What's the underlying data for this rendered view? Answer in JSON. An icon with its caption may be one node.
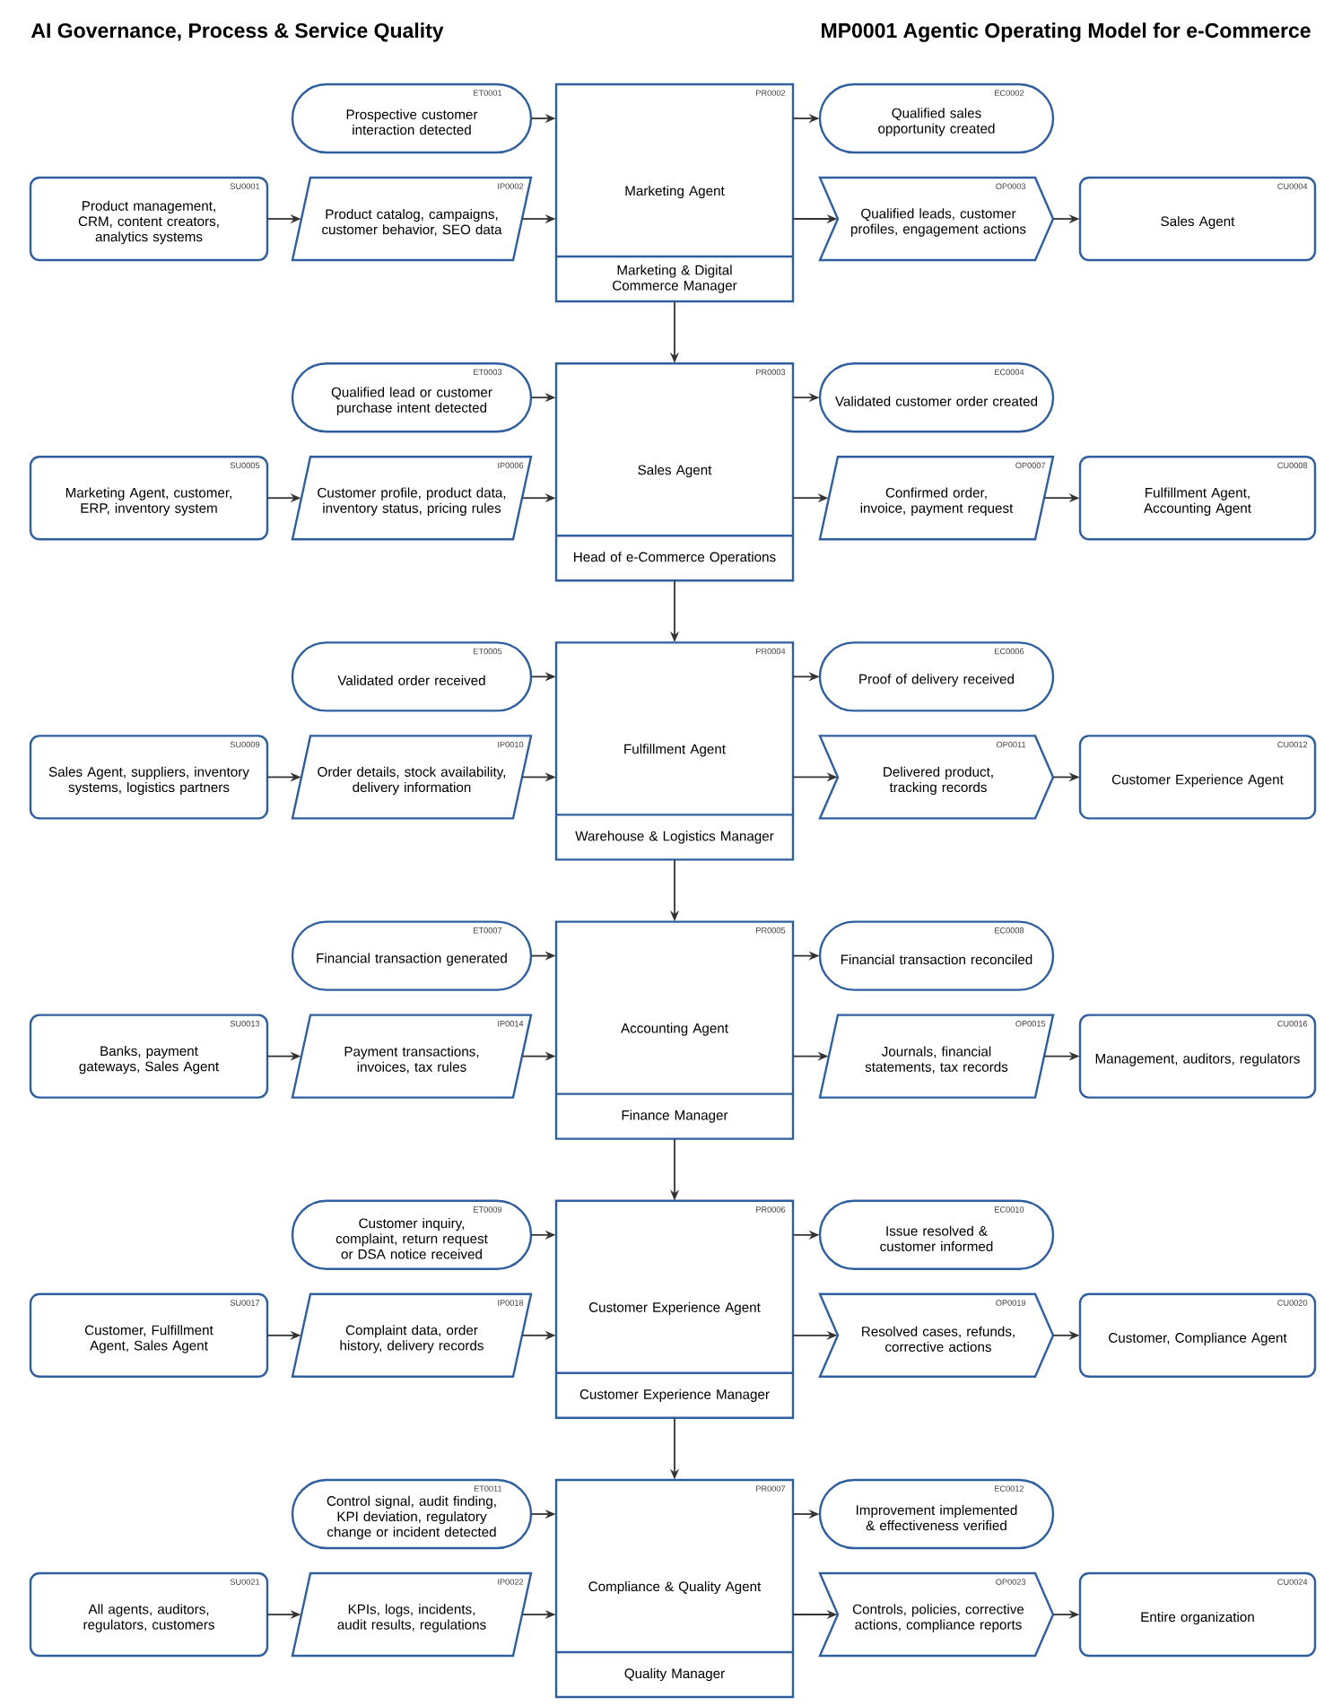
{
  "diagram": {
    "title": "AI Governance, Process & Service Quality",
    "nodes": [
      {
        "text": [
          "ET0001",
          "Prospective customer interaction detected"
        ]
      },
      {
        "text": [
          "PR0002",
          "Marketing Agent",
          "Marketing & Digital Commerce Manager"
        ]
      },
      {
        "text": [
          "EC0002",
          "Qualified sales opportunity created"
        ]
      },
      {
        "text": [
          "SU0001",
          "Product management, CRM, content creators, analytics systems"
        ]
      },
      {
        "text": [
          "IP0002",
          "Product catalog, campaigns, customer behavior, SEO data"
        ]
      },
      {
        "text": [
          "OP0003",
          "Qualified leads, customer profiles, engagement actions"
        ]
      },
      {
        "text": [
          "CU0004",
          "Sales Agent"
        ]
      },
      {
        "text": [
          "ET0003",
          "Qualified lead or customer purchase intent detected"
        ]
      },
      {
        "text": [
          "PR0003",
          "Sales Agent",
          "Head of e-Commerce Operations"
        ]
      },
      {
        "text": [
          "EC0004",
          "Validated customer order created"
        ]
      },
      {
        "text": [
          "SU0005",
          "Marketing Agent, customer, ERP, inventory system"
        ]
      },
      {
        "text": [
          "IP0006",
          "Customer profile, product data, inventory status, pricing rules"
        ]
      },
      {
        "text": [
          "OP0007",
          "Confirmed order, invoice, payment request"
        ]
      },
      {
        "text": [
          "CU0008",
          "Fulfillment Agent, Accounting Agent"
        ]
      },
      {
        "text": [
          "ET0005",
          "Validated order received"
        ]
      },
      {
        "text": [
          "PR0004",
          "Fulfillment Agent",
          "Warehouse & Logistics Manager"
        ]
      },
      {
        "text": [
          "EC0006",
          "Proof of delivery received"
        ]
      },
      {
        "text": [
          "SU0009",
          "Sales Agent, suppliers, inventory systems, logistics partners"
        ]
      },
      {
        "text": [
          "IP0010",
          "Order details, stock availability, delivery information"
        ]
      },
      {
        "text": [
          "OP0011",
          "Delivered product, tracking records"
        ]
      },
      {
        "text": [
          "CU0012",
          "Customer Experience Agent"
        ]
      },
      {
        "text": [
          "ET0007",
          "Financial transaction generated"
        ]
      },
      {
        "text": [
          "PR0005",
          "Accounting Agent",
          "Finance Manager"
        ]
      },
      {
        "text": [
          "EC0008",
          "Financial transaction reconciled"
        ]
      },
      {
        "text": [
          "SU0013",
          "Banks, payment gateways, Sales Agent"
        ]
      },
      {
        "text": [
          "IP0014",
          "Payment transactions, invoices, tax rules"
        ]
      },
      {
        "text": [
          "OP0015",
          "Journals, financial statements, tax records"
        ]
      },
      {
        "text": [
          "CU0016",
          "Management, auditors, regulators"
        ]
      },
      {
        "text": [
          "ET0009",
          "Customer inquiry, complaint, return request or DSA notice received"
        ]
      },
      {
        "text": [
          "PR0006",
          "Customer Experience Agent",
          "Customer Experience Manager"
        ]
      },
      {
        "text": [
          "EC0010",
          "Issue resolved & customer informed"
        ]
      },
      {
        "text": [
          "SU0017",
          "Customer, Fulfillment Agent, Sales Agent"
        ]
      },
      {
        "text": [
          "IP0018",
          "Complaint data, order history, delivery records"
        ]
      },
      {
        "text": [
          "OP0019",
          "Resolved cases, refunds, corrective actions"
        ]
      },
      {
        "text": [
          "CU0020",
          "Customer, Compliance Agent"
        ]
      },
      {
        "text": [
          "ET0011",
          "Control signal, audit finding, KPI deviation, regulatory change or incident detected"
        ]
      },
      {
        "text": [
          "PR0007",
          "Compliance & Quality Agent",
          "Quality Manager"
        ]
      },
      {
        "text": [
          "EC0012",
          "Improvement implemented & effectiveness verified"
        ]
      },
      {
        "text": [
          "SU0021",
          "All agents, auditors, regulators, customers"
        ]
      },
      {
        "text": [
          "IP0022",
          "KPIs, logs, incidents, audit results, regulations"
        ]
      },
      {
        "text": [
          "OP0023",
          "Controls, policies, corrective actions, compliance reports"
        ]
      },
      {
        "text": [
          "CU0024",
          "Entire organization"
        ]
      }
    ],
    "edges": [
      {
        "from": 3,
        "to": 4,
        "arrow": "to"
      },
      {
        "from": 4,
        "to": 1,
        "arrow": "to"
      },
      {
        "from": 0,
        "to": 1,
        "arrow": "to"
      },
      {
        "from": 1,
        "to": 2,
        "arrow": "to"
      },
      {
        "from": 1,
        "to": 5,
        "arrow": "to"
      },
      {
        "from": 5,
        "to": 6,
        "arrow": "to"
      },
      {
        "from": 1,
        "to": 8,
        "arrow": "to"
      },
      {
        "from": 10,
        "to": 11,
        "arrow": "to"
      },
      {
        "from": 11,
        "to": 8,
        "arrow": "to"
      },
      {
        "from": 7,
        "to": 8,
        "arrow": "to"
      },
      {
        "from": 8,
        "to": 9,
        "arrow": "to"
      },
      {
        "from": 8,
        "to": 12,
        "arrow": "to"
      },
      {
        "from": 12,
        "to": 13,
        "arrow": "to"
      },
      {
        "from": 8,
        "to": 15,
        "arrow": "to"
      },
      {
        "from": 17,
        "to": 18,
        "arrow": "to"
      },
      {
        "from": 18,
        "to": 15,
        "arrow": "to"
      },
      {
        "from": 14,
        "to": 15,
        "arrow": "to"
      },
      {
        "from": 15,
        "to": 16,
        "arrow": "to"
      },
      {
        "from": 15,
        "to": 19,
        "arrow": "to"
      },
      {
        "from": 19,
        "to": 20,
        "arrow": "to"
      },
      {
        "from": 15,
        "to": 22,
        "arrow": "to"
      },
      {
        "from": 24,
        "to": 25,
        "arrow": "to"
      },
      {
        "from": 25,
        "to": 22,
        "arrow": "to"
      },
      {
        "from": 21,
        "to": 22,
        "arrow": "to"
      },
      {
        "from": 22,
        "to": 23,
        "arrow": "to"
      },
      {
        "from": 22,
        "to": 26,
        "arrow": "to"
      },
      {
        "from": 26,
        "to": 27,
        "arrow": "to"
      },
      {
        "from": 22,
        "to": 29,
        "arrow": "to"
      },
      {
        "from": 31,
        "to": 32,
        "arrow": "to"
      },
      {
        "from": 32,
        "to": 29,
        "arrow": "to"
      },
      {
        "from": 28,
        "to": 29,
        "arrow": "to"
      },
      {
        "from": 29,
        "to": 30,
        "arrow": "to"
      },
      {
        "from": 29,
        "to": 33,
        "arrow": "to"
      },
      {
        "from": 33,
        "to": 34,
        "arrow": "to"
      },
      {
        "from": 29,
        "to": 36,
        "arrow": "to"
      },
      {
        "from": 38,
        "to": 39,
        "arrow": "to"
      },
      {
        "from": 39,
        "to": 36,
        "arrow": "to"
      },
      {
        "from": 35,
        "to": 36,
        "arrow": "to"
      },
      {
        "from": 36,
        "to": 37,
        "arrow": "to"
      },
      {
        "from": 36,
        "to": 40,
        "arrow": "to"
      },
      {
        "from": 40,
        "to": 41,
        "arrow": "to"
      }
    ],
    "labels": [
      "MP0001 Agentic Operating Model for e-Commerce"
    ]
  }
}
